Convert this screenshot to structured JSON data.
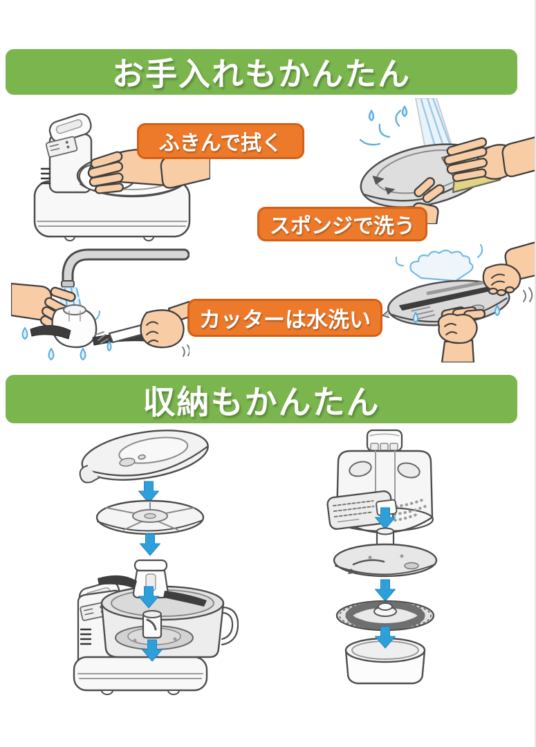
{
  "page": {
    "background": "#ffffff"
  },
  "colors": {
    "banner_green": "#7ab64d",
    "banner_text": "#ffffff",
    "label_orange": "#ed7a2b",
    "label_border": "#d45f15",
    "label_text": "#ffffff",
    "arrow_blue": "#2f9fd9",
    "skin": "#f8cda5",
    "sponge_yellow": "#f4eea8",
    "water_blue": "#6fb9e2",
    "line_art": "#4d4d4d"
  },
  "care_section": {
    "title": "お手入れもかんたん",
    "steps": [
      {
        "label": "ふきんで拭く",
        "illustration": "wipe-body-with-cloth"
      },
      {
        "label": "スポンジで洗う",
        "illustration": "wash-lid-with-sponge"
      },
      {
        "label": "カッターは水洗い",
        "illustration": "rinse-cutter-under-tap"
      }
    ]
  },
  "storage_section": {
    "title": "収納もかんたん",
    "diagrams": [
      {
        "name": "food-processor-exploded-stack"
      },
      {
        "name": "accessory-container-exploded-stack"
      }
    ]
  }
}
